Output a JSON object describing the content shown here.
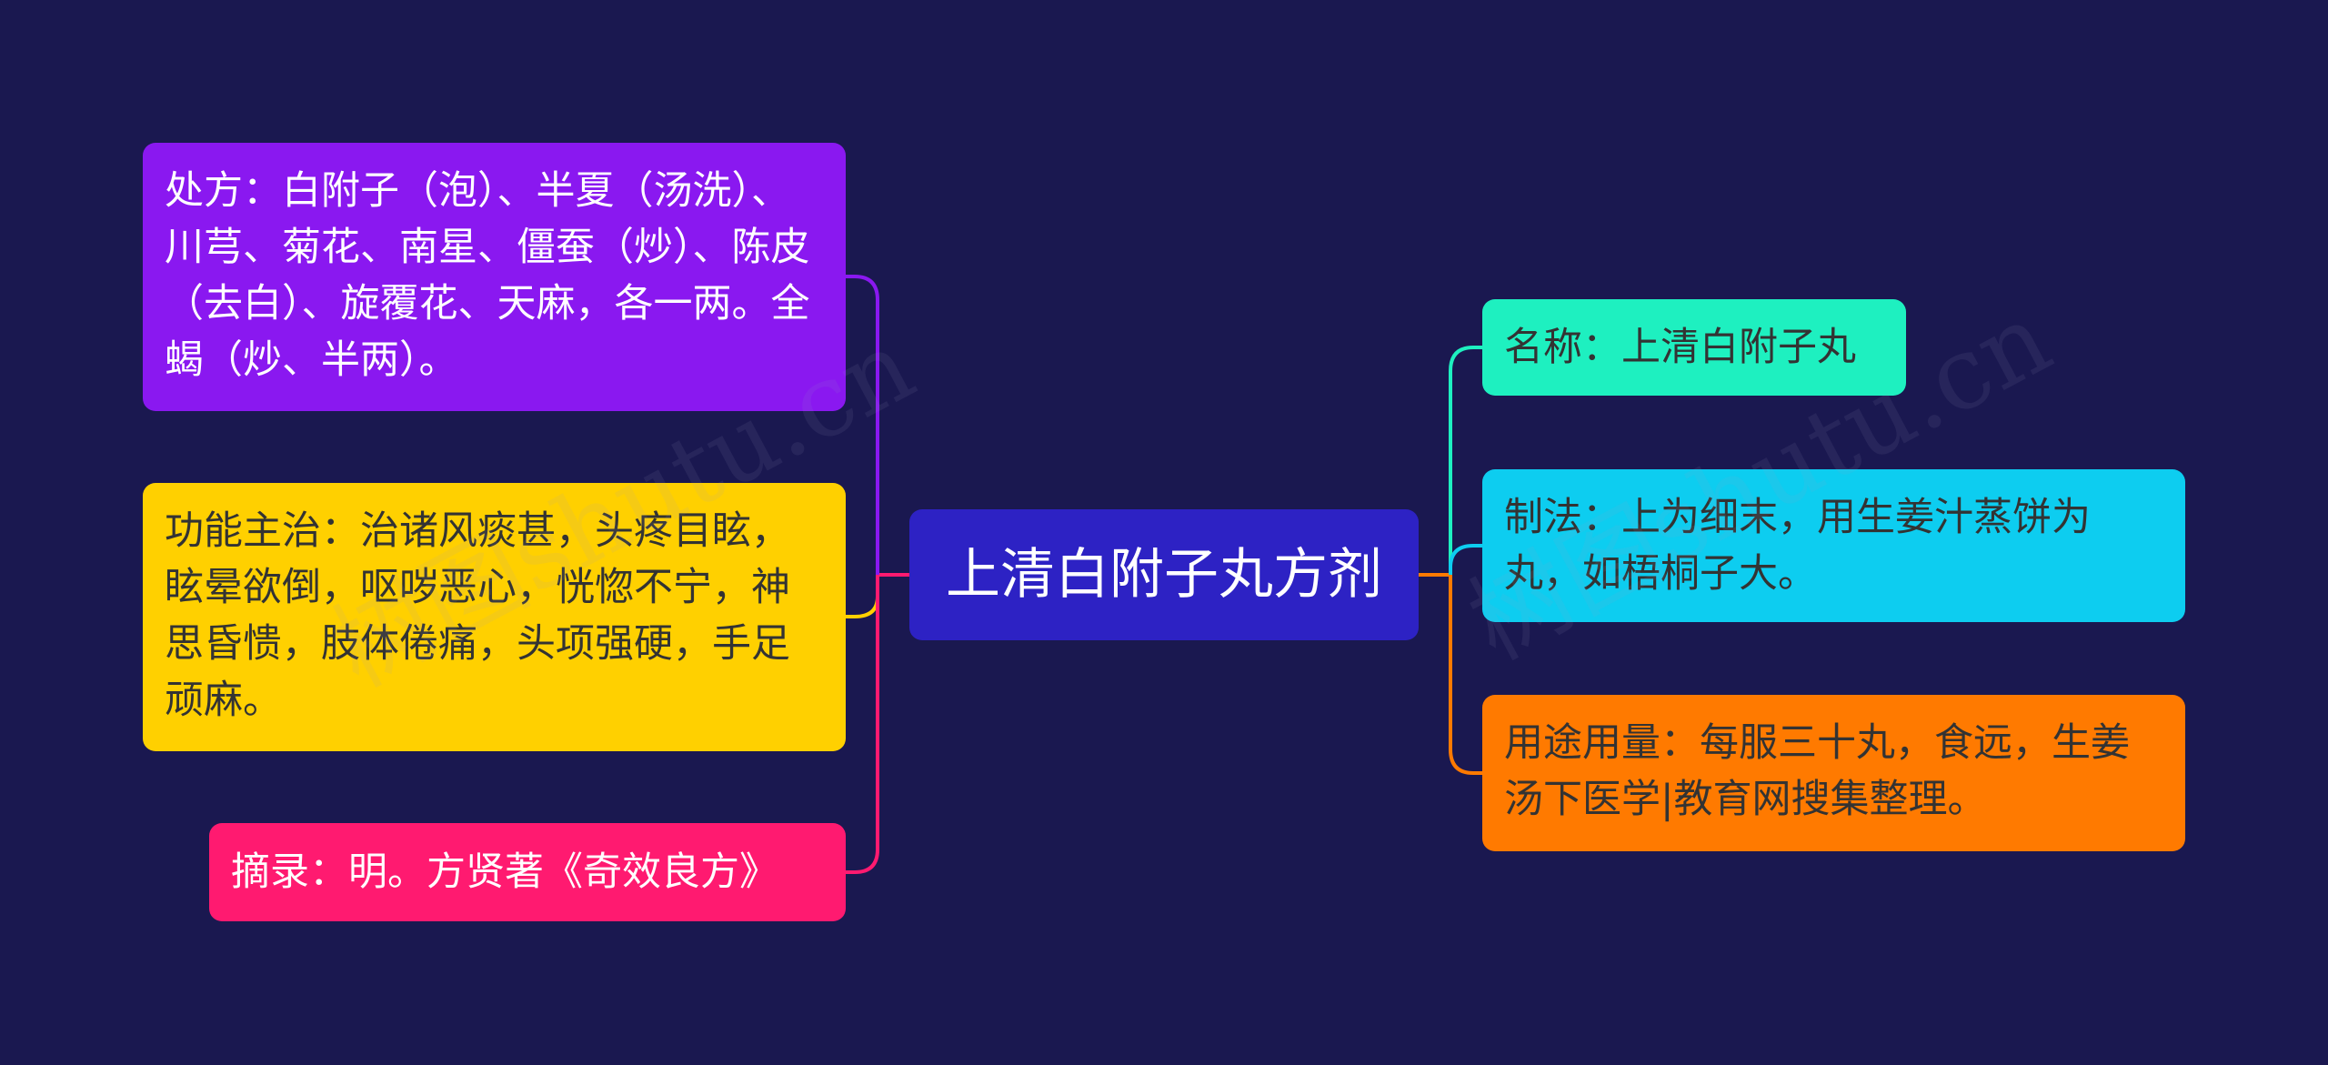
{
  "central_topic": "上清白附子丸方剂",
  "left_branches": [
    {
      "id": "prescription",
      "text": "处方：白附子（泡）、半夏（汤洗）、川芎、菊花、南星、僵蚕（炒）、陈皮（去白）、旋覆花、天麻，各一两。全蝎（炒、半两）。",
      "color": "#8a18f0"
    },
    {
      "id": "function",
      "text": "功能主治：治诸风痰甚，头疼目眩，眩晕欲倒，呕哕恶心，恍惚不宁，神思昏愦，肢体倦痛，头项强硬，手足顽麻。",
      "color": "#ffd000"
    },
    {
      "id": "excerpt",
      "text": "摘录：明。方贤著《奇效良方》",
      "color": "#ff1a70"
    }
  ],
  "right_branches": [
    {
      "id": "name",
      "text": "名称：上清白附子丸",
      "color": "#1ef0c0"
    },
    {
      "id": "method",
      "text": "制法：上为细末，用生姜汁蒸饼为丸，如梧桐子大。",
      "color": "#0dcdf0"
    },
    {
      "id": "usage",
      "text": "用途用量：每服三十丸，食远，生姜汤下医学|教育网搜集整理。",
      "color": "#ff7a00"
    }
  ],
  "watermark": "树图shutu.cn",
  "colors": {
    "background": "#1a1850",
    "central": "#2d22c4"
  }
}
